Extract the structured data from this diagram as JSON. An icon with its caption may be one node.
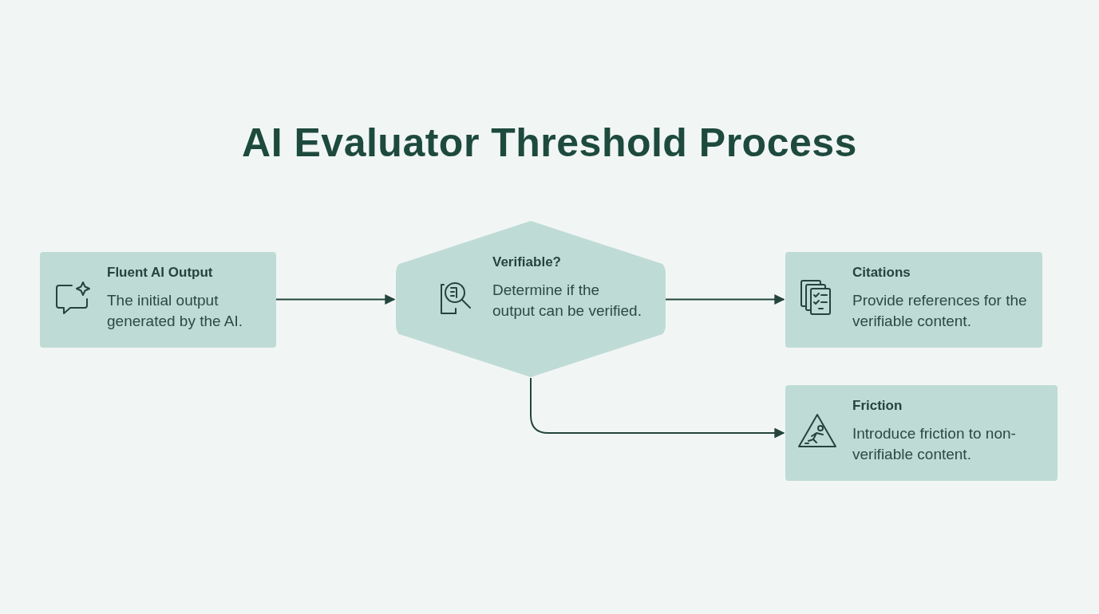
{
  "diagram": {
    "title": "AI Evaluator Threshold Process",
    "nodes": [
      {
        "text": [
          "Fluent AI Output",
          "The initial output generated by the AI."
        ]
      },
      {
        "text": [
          "Verifiable?",
          "Determine if the output can be verified."
        ]
      },
      {
        "text": [
          "Citations",
          "Provide references for the verifiable content."
        ]
      },
      {
        "text": [
          "Friction",
          "Introduce friction to non-verifiable content."
        ]
      }
    ],
    "edges": [
      {
        "from": 0,
        "to": 1,
        "arrow": "to"
      },
      {
        "from": 1,
        "to": 2,
        "arrow": "to"
      },
      {
        "from": 1,
        "to": 3,
        "arrow": "to"
      }
    ]
  }
}
